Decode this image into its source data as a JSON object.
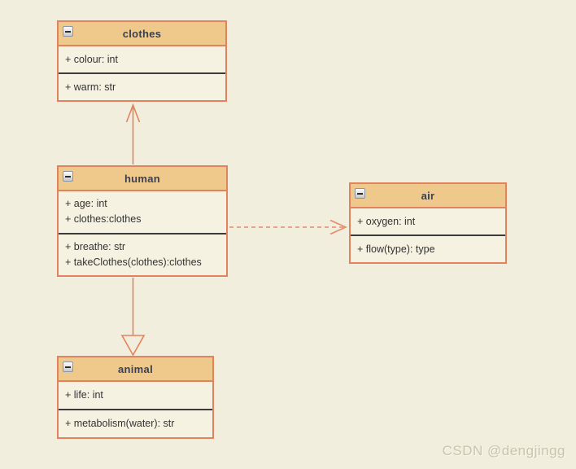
{
  "diagram": {
    "classes": [
      {
        "title": "clothes",
        "attributes": [
          "+ colour: int"
        ],
        "methods": [
          "+ warm: str"
        ]
      },
      {
        "title": "human",
        "attributes": [
          "+ age: int",
          "+ clothes:clothes"
        ],
        "methods": [
          "+ breathe: str",
          "+ takeClothes(clothes):clothes"
        ]
      },
      {
        "title": "air",
        "attributes": [
          "+ oxygen: int"
        ],
        "methods": [
          "+ flow(type): type"
        ]
      },
      {
        "title": "animal",
        "attributes": [
          "+ life: int"
        ],
        "methods": [
          "+ metabolism(water): str"
        ]
      }
    ],
    "relations": [
      {
        "from": "human",
        "to": "clothes",
        "type": "association",
        "line": "solid",
        "arrowhead": "open"
      },
      {
        "from": "human",
        "to": "air",
        "type": "dependency",
        "line": "dashed",
        "arrowhead": "open"
      },
      {
        "from": "human",
        "to": "animal",
        "type": "generalization",
        "line": "solid",
        "arrowhead": "hollow-triangle"
      }
    ],
    "collapse_icon": "minus-square"
  },
  "colors": {
    "canvas_bg": "#f2eedd",
    "box_bg": "#f6f2e2",
    "header_bg": "#efc98b",
    "border": "#e2835f",
    "arrow": "#e2835f",
    "divider": "#3b3b3b",
    "title_text": "#3a3f51",
    "body_text": "#333333",
    "watermark_text": "#c8c4b2"
  },
  "watermark": {
    "text": "CSDN @dengjingg"
  }
}
